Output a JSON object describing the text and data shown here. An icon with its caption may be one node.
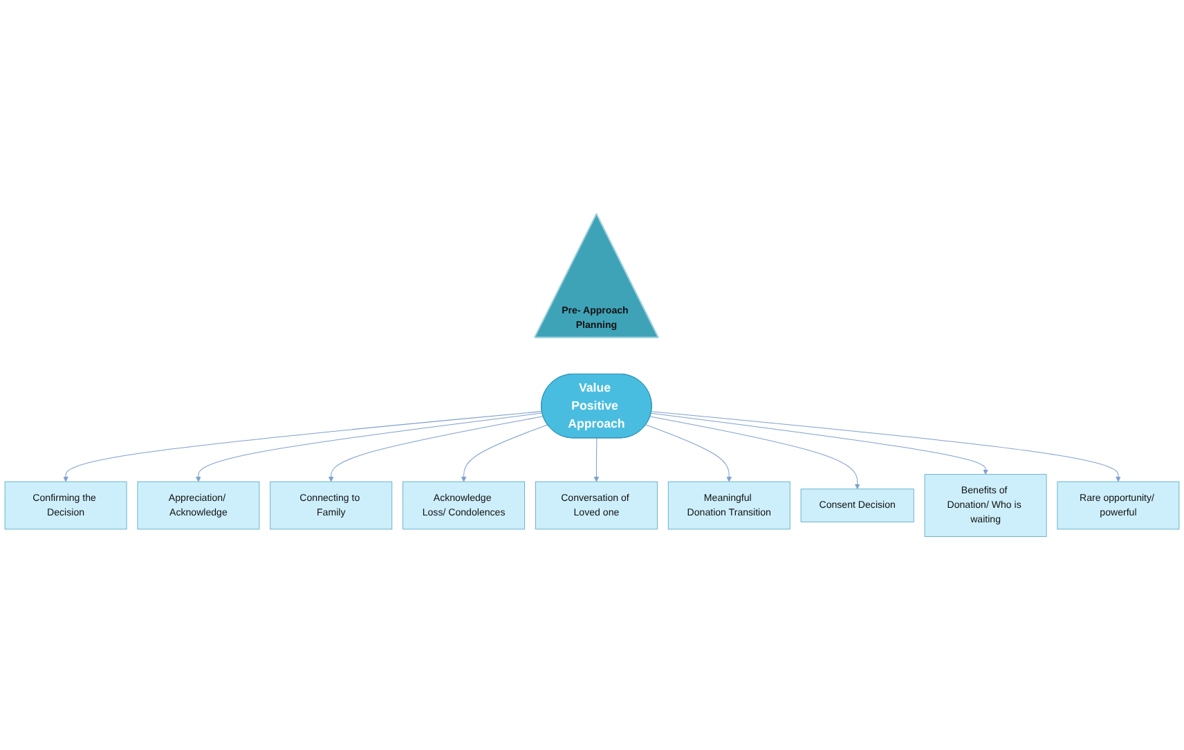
{
  "diagram": {
    "nodes": [
      {
        "text": [
          "Pre- Approach Planning"
        ]
      },
      {
        "text": [
          "Value Positive Approach"
        ]
      },
      {
        "text": [
          "Confirming the Decision"
        ]
      },
      {
        "text": [
          "Appreciation/ Acknowledge"
        ]
      },
      {
        "text": [
          "Connecting to Family"
        ]
      },
      {
        "text": [
          "Acknowledge Loss/ Condolences"
        ]
      },
      {
        "text": [
          "Conversation of Loved one"
        ]
      },
      {
        "text": [
          "Meaningful Donation Transition"
        ]
      },
      {
        "text": [
          "Consent Decision"
        ]
      },
      {
        "text": [
          "Benefits of Donation/ Who is waiting"
        ]
      },
      {
        "text": [
          "Rare opportunity/ powerful"
        ]
      }
    ],
    "edges": [
      {
        "from": 1,
        "to": 2,
        "arrow": "to"
      },
      {
        "from": 1,
        "to": 3,
        "arrow": "to"
      },
      {
        "from": 1,
        "to": 4,
        "arrow": "to"
      },
      {
        "from": 1,
        "to": 5,
        "arrow": "to"
      },
      {
        "from": 1,
        "to": 6,
        "arrow": "to"
      },
      {
        "from": 1,
        "to": 7,
        "arrow": "to"
      },
      {
        "from": 1,
        "to": 8,
        "arrow": "to"
      },
      {
        "from": 1,
        "to": 9,
        "arrow": "to"
      },
      {
        "from": 1,
        "to": 10,
        "arrow": "to"
      }
    ]
  }
}
